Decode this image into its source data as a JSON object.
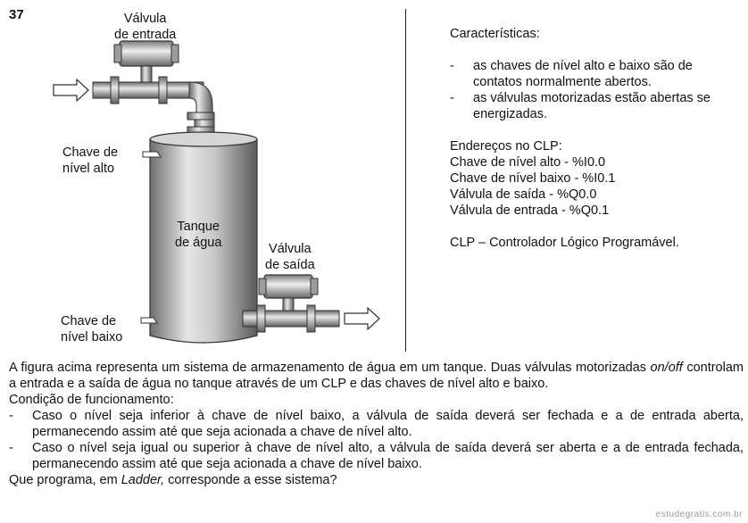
{
  "question_number": "37",
  "figure": {
    "inlet_valve_label_1": "Válvula",
    "inlet_valve_label_2": "de entrada",
    "high_switch_label_1": "Chave de",
    "high_switch_label_2": "nível alto",
    "tank_label_1": "Tanque",
    "tank_label_2": "de água",
    "outlet_valve_label_1": "Válvula",
    "outlet_valve_label_2": "de saída",
    "low_switch_label_1": "Chave de",
    "low_switch_label_2": "nível baixo"
  },
  "characteristics": {
    "heading": "Características:",
    "items": [
      {
        "dash": "-",
        "text": "as chaves de nível alto e baixo são de contatos normalmente abertos."
      },
      {
        "dash": "-",
        "text": "as válvulas motorizadas estão abertas se energizadas."
      }
    ]
  },
  "addresses": {
    "heading": "Endereços no CLP:",
    "lines": [
      "Chave de nível alto - %I0.0",
      "Chave de nível baixo - %I0.1",
      "Válvula de saída - %Q0.0",
      "Válvula de entrada - %Q0.1"
    ]
  },
  "clp_definition": "CLP – Controlador Lógico Programável.",
  "body": {
    "intro_a": "A figura acima representa um sistema de armazenamento de água em um tanque. Duas válvulas motorizadas ",
    "intro_em": "on/off",
    "intro_b": " controlam a entrada e a saída de água no tanque através de um CLP e das chaves de nível alto e baixo.",
    "condition_heading": "Condição de funcionamento:",
    "conditions": [
      {
        "dash": "-",
        "text": "Caso o nível seja inferior à chave de nível baixo, a válvula de saída deverá ser fechada e a de entrada aberta, permanecendo assim até que seja acionada a chave de nível alto."
      },
      {
        "dash": "-",
        "text": "Caso o nível seja igual ou superior à chave de nível alto, a válvula de saída deverá ser aberta e a de entrada fechada, permanecendo assim até que seja acionada a chave de nível baixo."
      }
    ],
    "question_a": "Que programa, em ",
    "question_em": "Ladder,",
    "question_b": " corresponde a esse sistema?"
  },
  "watermark": "estudegratis.com.br"
}
